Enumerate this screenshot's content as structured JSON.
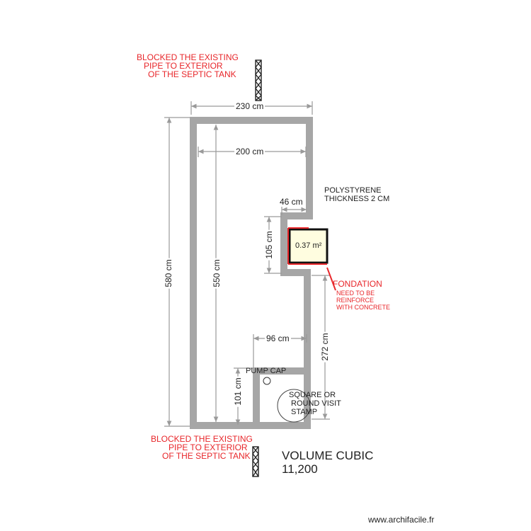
{
  "notes": {
    "top_blocked": [
      "BLOCKED THE EXISTING",
      "PIPE  TO EXTERIOR",
      "OF THE SEPTIC TANK"
    ],
    "bottom_blocked": [
      "BLOCKED THE EXISTING",
      "PIPE  TO EXTERIOR",
      "OF THE SEPTIC TANK"
    ],
    "polystyrene": [
      "POLYSTYRENE",
      "THICKNESS 2 CM"
    ],
    "fondation": "FONDATION",
    "reinforce": [
      "NEED TO BE",
      "REINFORCE",
      "WITH CONCRETE"
    ],
    "pump_cap": "PUMP CAP",
    "visit_stamp": [
      "SQUARE OR",
      "ROUND VISIT",
      "STAMP"
    ],
    "volume_title": "VOLUME CUBIC",
    "volume_value": "11,200",
    "area": "0.37 m²"
  },
  "dimensions": {
    "outer_width": "230 cm",
    "inner_width": "200 cm",
    "outer_height": "580 cm",
    "inner_height": "550 cm",
    "niche_width": "46 cm",
    "niche_height": "105 cm",
    "pump_width": "96 cm",
    "pump_height": "101 cm",
    "right_height": "272 cm"
  },
  "watermark": "www.archifacile.fr",
  "colors": {
    "wall": "#a6a6a6",
    "dimension_line": "#9a9a9a",
    "note_red": "#e8262a",
    "polystyrene_fill": "#fffde0"
  }
}
